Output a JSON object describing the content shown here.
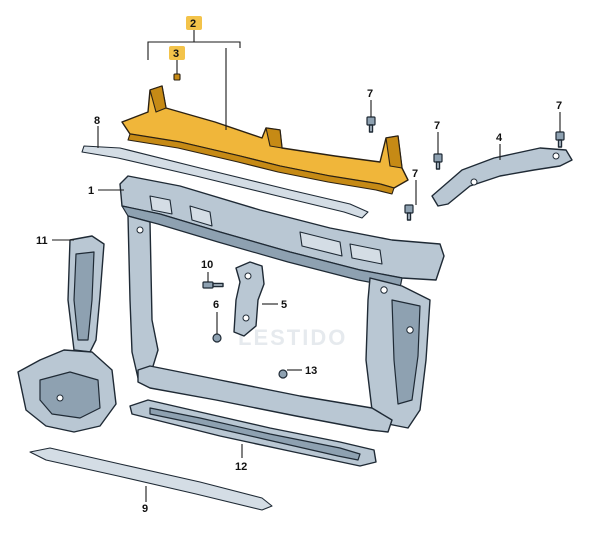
{
  "diagram": {
    "callouts": {
      "c1": "1",
      "c2": "2",
      "c3": "3",
      "c4": "4",
      "c5": "5",
      "c6": "6",
      "c7a": "7",
      "c7b": "7",
      "c7c": "7",
      "c7d": "7",
      "c8": "8",
      "c9": "9",
      "c10": "10",
      "c11": "11",
      "c12": "12",
      "c13": "13"
    },
    "watermark": "LESTIDO",
    "colors": {
      "highlight": "#f0b63a",
      "part": "#b9c7d3",
      "outline": "#1f2a35"
    }
  }
}
